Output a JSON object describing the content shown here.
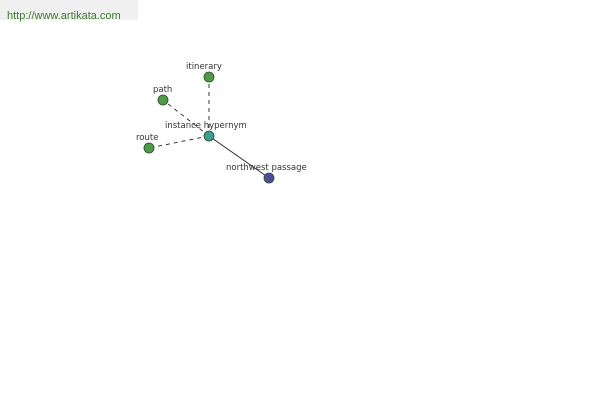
{
  "site": {
    "url_text": "http://www.artikata.com"
  },
  "colors": {
    "leaf_node": "#4e9a47",
    "hub_node": "#3f9e8f",
    "target_node": "#4d4f96",
    "node_stroke": "#2a4a2a",
    "edge": "#222222",
    "label": "#333333",
    "banner_text": "#3c7a2d"
  },
  "graph": {
    "nodes": [
      {
        "id": "itinerary",
        "label": "itinerary",
        "role": "leaf"
      },
      {
        "id": "path",
        "label": "path",
        "role": "leaf"
      },
      {
        "id": "route",
        "label": "route",
        "role": "leaf"
      },
      {
        "id": "instance_hypernym",
        "label": "instance hypernym",
        "role": "hub"
      },
      {
        "id": "northwest_passage",
        "label": "northwest passage",
        "role": "target"
      }
    ],
    "edges": [
      {
        "from": "instance_hypernym",
        "to": "itinerary",
        "style": "dashed"
      },
      {
        "from": "instance_hypernym",
        "to": "path",
        "style": "dashed"
      },
      {
        "from": "instance_hypernym",
        "to": "route",
        "style": "dashed"
      },
      {
        "from": "instance_hypernym",
        "to": "northwest_passage",
        "style": "solid"
      }
    ]
  }
}
